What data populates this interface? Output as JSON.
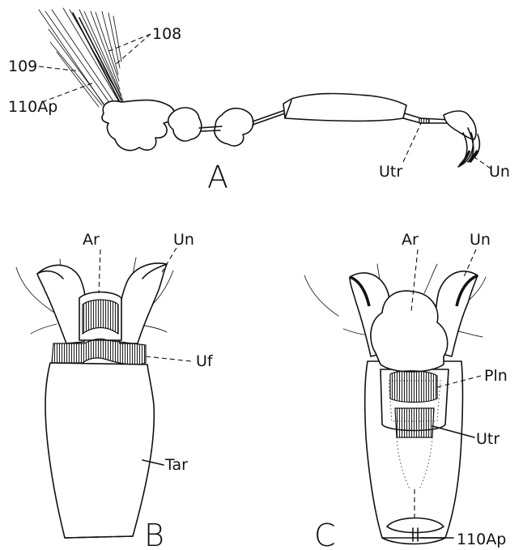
{
  "figure": {
    "panels": [
      {
        "letter": "A",
        "labels": [
          "108",
          "109",
          "110Ap",
          "Utr",
          "Un"
        ]
      },
      {
        "letter": "B",
        "labels": [
          "Ar",
          "Un",
          "Uf",
          "Tar"
        ]
      },
      {
        "letter": "C",
        "labels": [
          "Ar",
          "Un",
          "Pln",
          "Utr",
          "110Ap"
        ]
      }
    ]
  }
}
